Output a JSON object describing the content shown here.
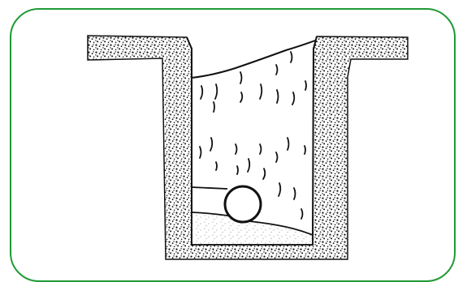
{
  "colors": {
    "frame_border": "#1f9a35",
    "ink": "#111111",
    "background": "#ffffff"
  },
  "figure": {
    "parts": [
      "soil-walls",
      "trench-backfill",
      "sand-bedding",
      "pipe"
    ]
  }
}
